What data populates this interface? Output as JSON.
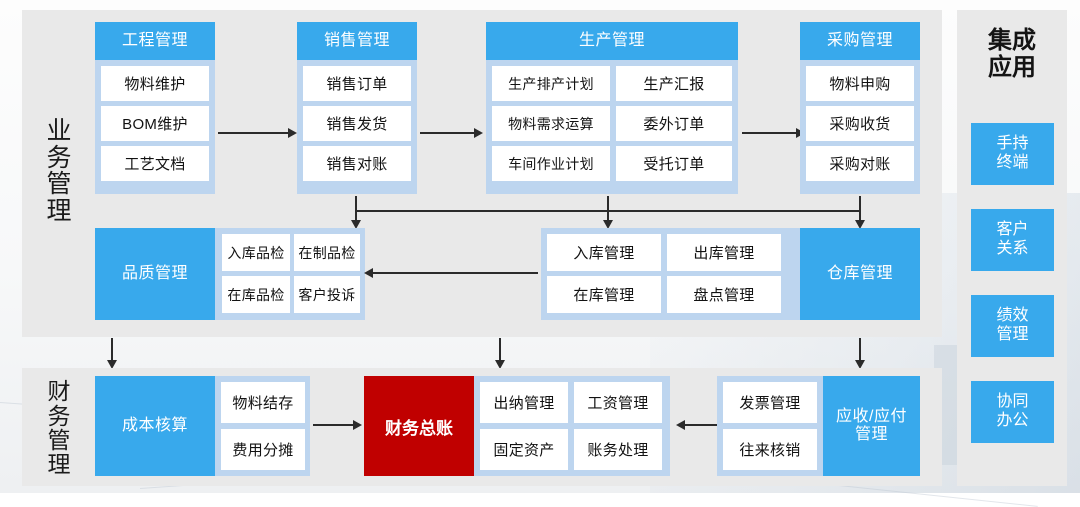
{
  "diagram": {
    "business_label": "业务管理",
    "finance_label": "财务管理",
    "groups": {
      "engineering": {
        "title": "工程管理",
        "cards": [
          "物料维护",
          "BOM维护",
          "工艺文档"
        ]
      },
      "sales": {
        "title": "销售管理",
        "cards": [
          "销售订单",
          "销售发货",
          "销售对账"
        ]
      },
      "production": {
        "title": "生产管理",
        "cards": [
          "生产排产计划",
          "生产汇报",
          "物料需求运算",
          "委外订单",
          "车间作业计划",
          "受托订单"
        ]
      },
      "purchase": {
        "title": "采购管理",
        "cards": [
          "物料申购",
          "采购收货",
          "采购对账"
        ]
      },
      "quality": {
        "title": "品质管理",
        "cards": [
          "入库品检",
          "在制品检",
          "在库品检",
          "客户投诉"
        ]
      },
      "warehouse": {
        "title": "仓库管理",
        "cards": [
          "入库管理",
          "出库管理",
          "在库管理",
          "盘点管理"
        ]
      },
      "cost": {
        "title": "成本核算",
        "cards": [
          "物料结存",
          "费用分摊"
        ]
      },
      "ledger": {
        "title": "财务总账"
      },
      "finance_ops": {
        "cards": [
          "出纳管理",
          "工资管理",
          "固定资产",
          "账务处理"
        ]
      },
      "receivable": {
        "title": "应收/应付管理",
        "cards": [
          "发票管理",
          "往来核销"
        ]
      }
    },
    "sidebar": {
      "title": "集成应用",
      "items": [
        "手持终端",
        "客户关系",
        "绩效管理",
        "协同办公"
      ]
    },
    "colors": {
      "accent_blue": "#38a9ec",
      "frame_blue": "#bdd5ef",
      "panel_gray": "#e9e9e9",
      "card_white": "#ffffff",
      "ledger_red": "#c00000",
      "arrow": "#2b2b2b"
    }
  }
}
